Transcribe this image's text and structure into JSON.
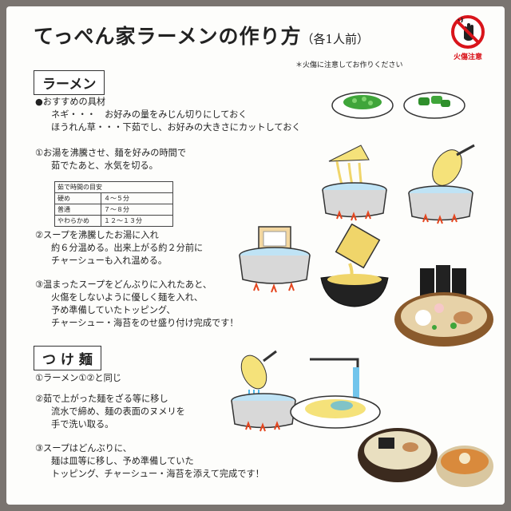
{
  "title": {
    "main": "てっぺん家ラーメンの作り方",
    "sub": "（各1人前）"
  },
  "note": "＊火傷に注意してお作りください",
  "warning": {
    "label": "火傷注意",
    "icon": "no-touch-hot-icon"
  },
  "ramen": {
    "heading": "ラーメン",
    "toppings_title": "●おすすめの具材",
    "toppings": [
      "ネギ・・・　お好みの量をみじん切りにしておく",
      "ほうれん草・・・下茹でし、お好みの大きさにカットしておく"
    ],
    "step1": [
      "①お湯を沸騰させ、麺を好みの時間で",
      "茹でたあと、水気を切る。"
    ],
    "table": {
      "header": "茹で時間の目安",
      "rows": [
        [
          "硬め",
          "４〜５分"
        ],
        [
          "普通",
          "７〜８分"
        ],
        [
          "やわらかめ",
          "１２〜１３分"
        ]
      ]
    },
    "step2": [
      "②スープを沸騰したお湯に入れ",
      "約６分温める。出来上がる約２分前に",
      "チャーシューも入れ温める。"
    ],
    "step3": [
      "③温まったスープをどんぶりに入れたあと、",
      "火傷をしないように優しく麺を入れ、",
      "予め準備していたトッピング、",
      "チャーシュー・海苔をのせ盛り付け完成です！"
    ]
  },
  "tsukemen": {
    "heading": "つ け 麺",
    "step1": [
      "①ラーメン①②と同じ"
    ],
    "step2": [
      "②茹で上がった麺をざる等に移し",
      "流水で締め、麺の表面のヌメリを",
      "手で洗い取る。"
    ],
    "step3": [
      "③スープはどんぶりに、",
      "麺は皿等に移し、予め準備していた",
      "トッピング、チャーシュー・海苔を添えて完成です！"
    ]
  },
  "colors": {
    "accent": "#d9141b",
    "ink": "#222222",
    "broth": "#f0d56a",
    "noodle": "#f5e27a",
    "water": "#4fb7e8",
    "flame": "#e5461f",
    "green": "#3fa53a"
  }
}
